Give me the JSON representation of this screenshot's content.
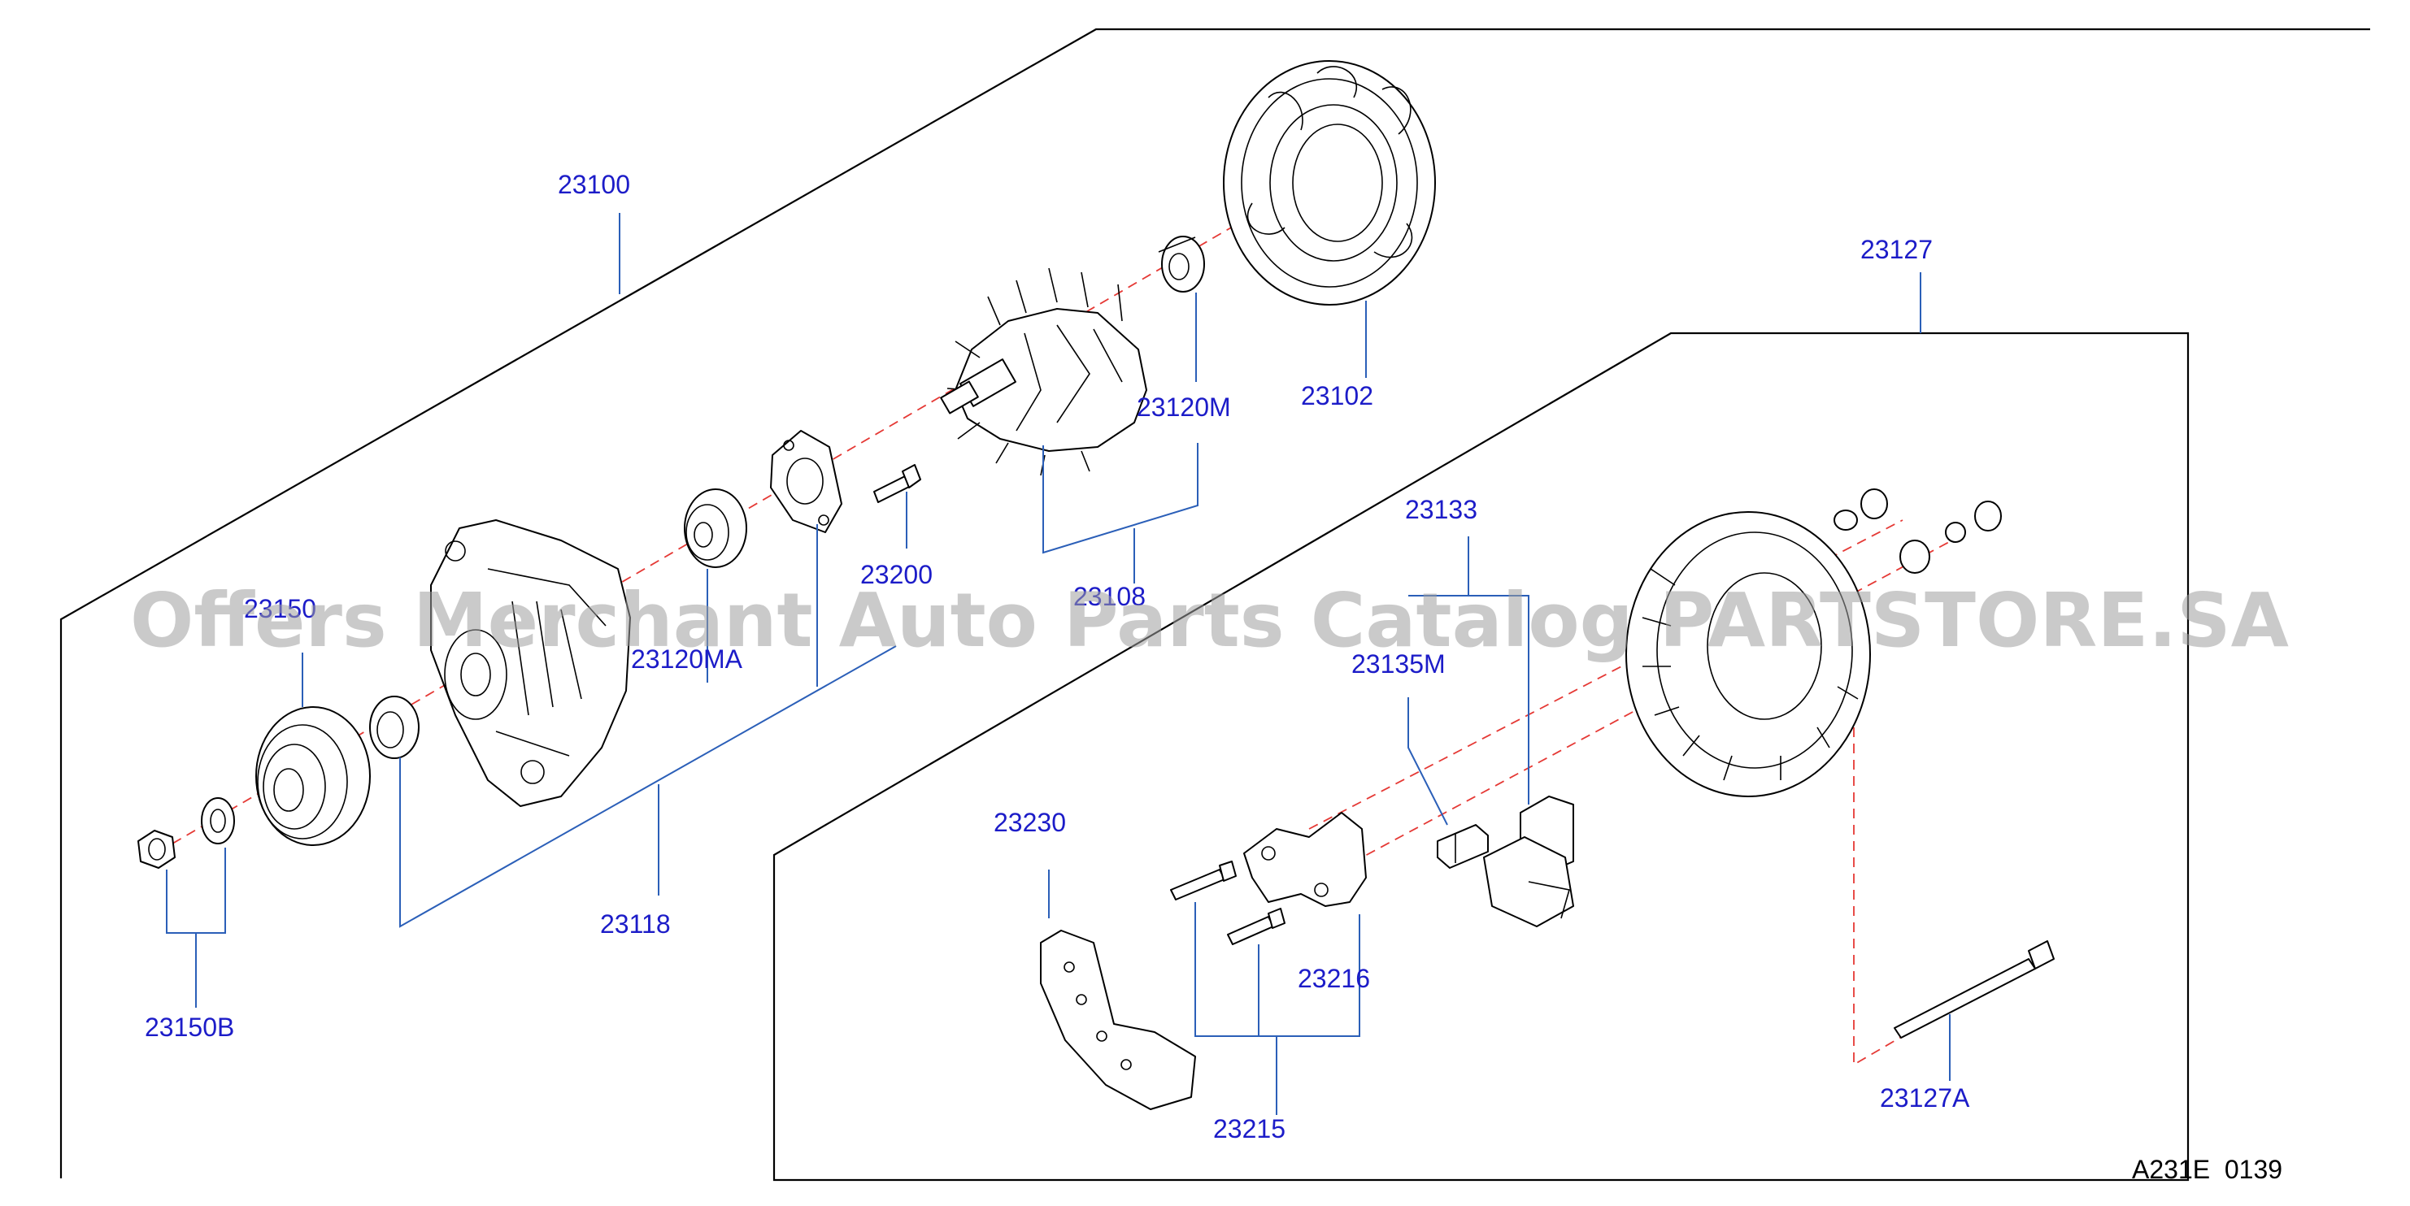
{
  "watermark": "Offers Merchant Auto Parts Catalog PARTSTORE.SA",
  "diagram_code": "A231E  0139",
  "callouts": {
    "c23100": "23100",
    "c23102": "23102",
    "c23120M": "23120M",
    "c23108": "23108",
    "c23200": "23200",
    "c23120MA": "23120MA",
    "c23118": "23118",
    "c23150": "23150",
    "c23150B": "23150B",
    "c23127": "23127",
    "c23133": "23133",
    "c23135M": "23135M",
    "c23230": "23230",
    "c23216": "23216",
    "c23215": "23215",
    "c23127A": "23127A"
  },
  "colors": {
    "callout_text": "#1c1cc8",
    "leader_line": "#2b5fb8",
    "axis_line": "#e53935",
    "outline": "#000000"
  }
}
